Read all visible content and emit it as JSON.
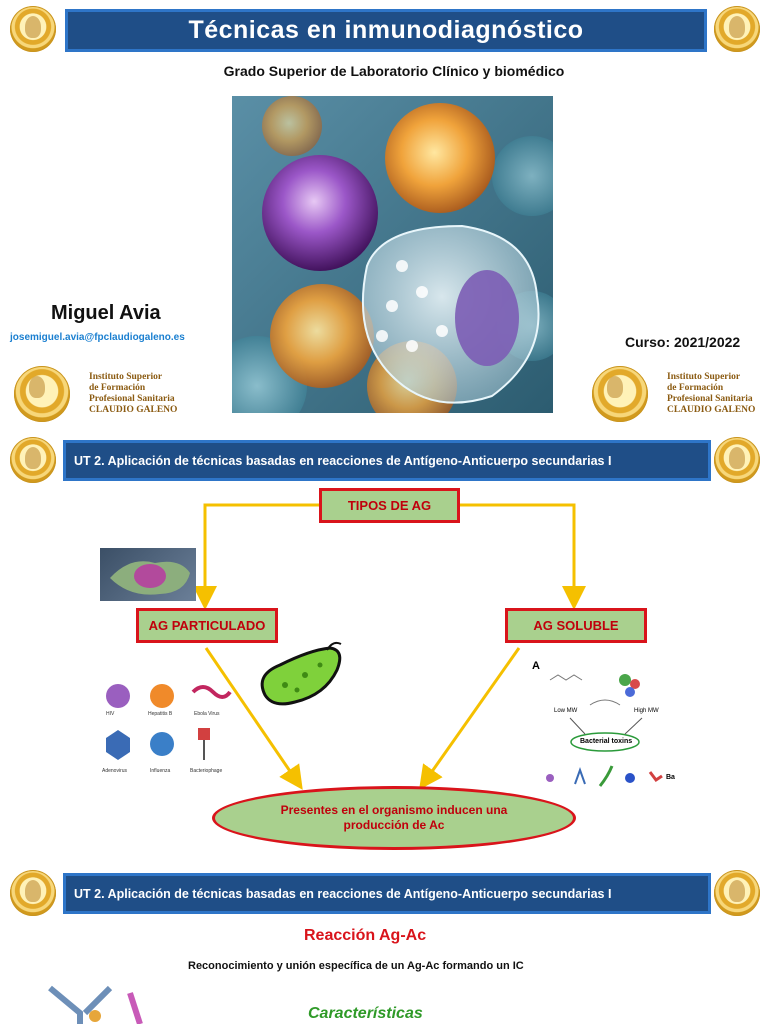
{
  "header": {
    "title": "Técnicas en inmunodiagnóstico",
    "subtitle": "Grado Superior de Laboratorio Clínico y biomédico"
  },
  "author": {
    "name": "Miguel Avia",
    "email": "josemiguel.avia@fpclaudiogaleno.es"
  },
  "course": "Curso: 2021/2022",
  "institute": {
    "line1": "Instituto Superior",
    "line2": "de Formación",
    "line3": "Profesional Sanitaria",
    "line4": "CLAUDIO GALENO"
  },
  "slide2": {
    "banner": "UT 2. Aplicación de técnicas basadas en reacciones de Antígeno-Anticuerpo secundarias I",
    "top_box": "TIPOS DE AG",
    "left_box": "AG PARTICULADO",
    "right_box": "AG SOLUBLE",
    "ellipse": "Presentes en el organismo inducen una producción de Ac",
    "viruses": [
      "HIV",
      "Hepatitis B",
      "Ebola Virus",
      "Adenovirus",
      "Influenza",
      "Bacteriophage"
    ],
    "toxin_figure": {
      "panel_label": "A",
      "low": "Low MW",
      "high": "High MW",
      "center": "Bacterial toxins",
      "suffix": "Ba"
    }
  },
  "slide3": {
    "banner": "UT 2. Aplicación de técnicas basadas en reacciones de Antígeno-Anticuerpo secundarias I",
    "heading": "Reacción Ag-Ac",
    "sentence": "Reconocimiento y unión específica de un Ag-Ac formando un IC",
    "subheading": "Características"
  },
  "colors": {
    "banner": "#1f4e87",
    "red": "#d9141b",
    "green_fill": "#a9d08e",
    "arrow": "#f5c000",
    "email": "#1a7fd0",
    "green_text": "#2f9a28"
  }
}
